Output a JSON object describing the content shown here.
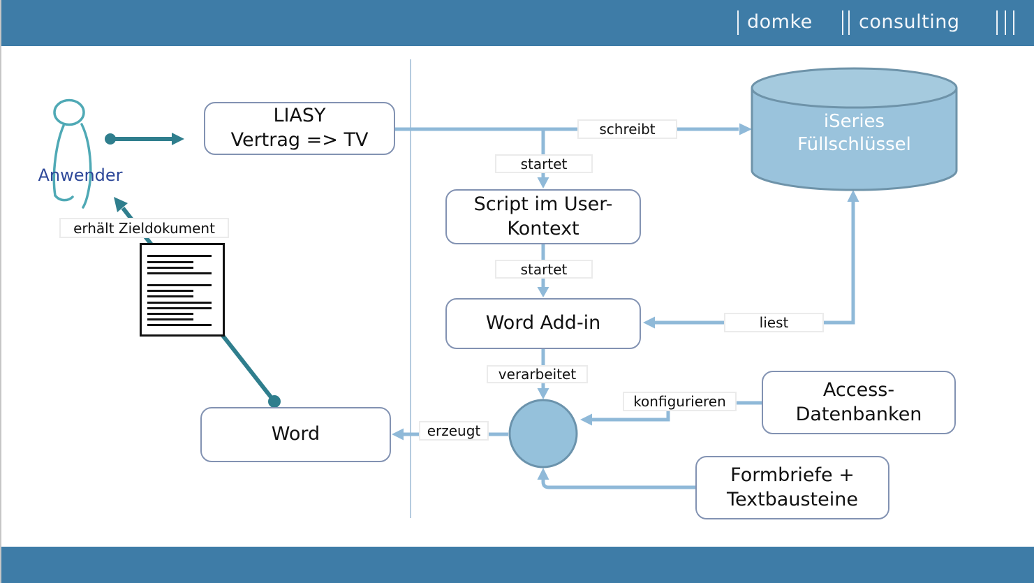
{
  "header": {
    "brand_left": "domke",
    "brand_right": "consulting"
  },
  "nodes": {
    "anwender": {
      "label": "Anwender"
    },
    "liasy": {
      "line1": "LIASY",
      "line2": "Vertrag => TV"
    },
    "iseries": {
      "line1": "iSeries",
      "line2": "Füllschlüssel"
    },
    "script": {
      "line1": "Script im User-",
      "line2": "Kontext"
    },
    "word_addin": {
      "label": "Word Add-in"
    },
    "access": {
      "line1": "Access-",
      "line2": "Datenbanken"
    },
    "formbriefe": {
      "line1": "Formbriefe +",
      "line2": "Textbausteine"
    },
    "word": {
      "label": "Word"
    }
  },
  "edges": {
    "schreibt": "schreibt",
    "startet1": "startet",
    "startet2": "startet",
    "liest": "liest",
    "verarbeitet": "verarbeitet",
    "konfigurieren": "konfigurieren",
    "erzeugt": "erzeugt",
    "erhalt_zieldokument": "erhält Zieldokument"
  },
  "colors": {
    "brand_blue": "#3e7ca7",
    "connector_blue": "#8fb9d8",
    "node_border": "#8292b2",
    "teal_accent": "#2f7e8d",
    "actor_stroke": "#4fa9b5",
    "actor_text": "#2e4899",
    "shape_fill": "#9ac3dc",
    "shape_stroke": "#6e93a9"
  }
}
